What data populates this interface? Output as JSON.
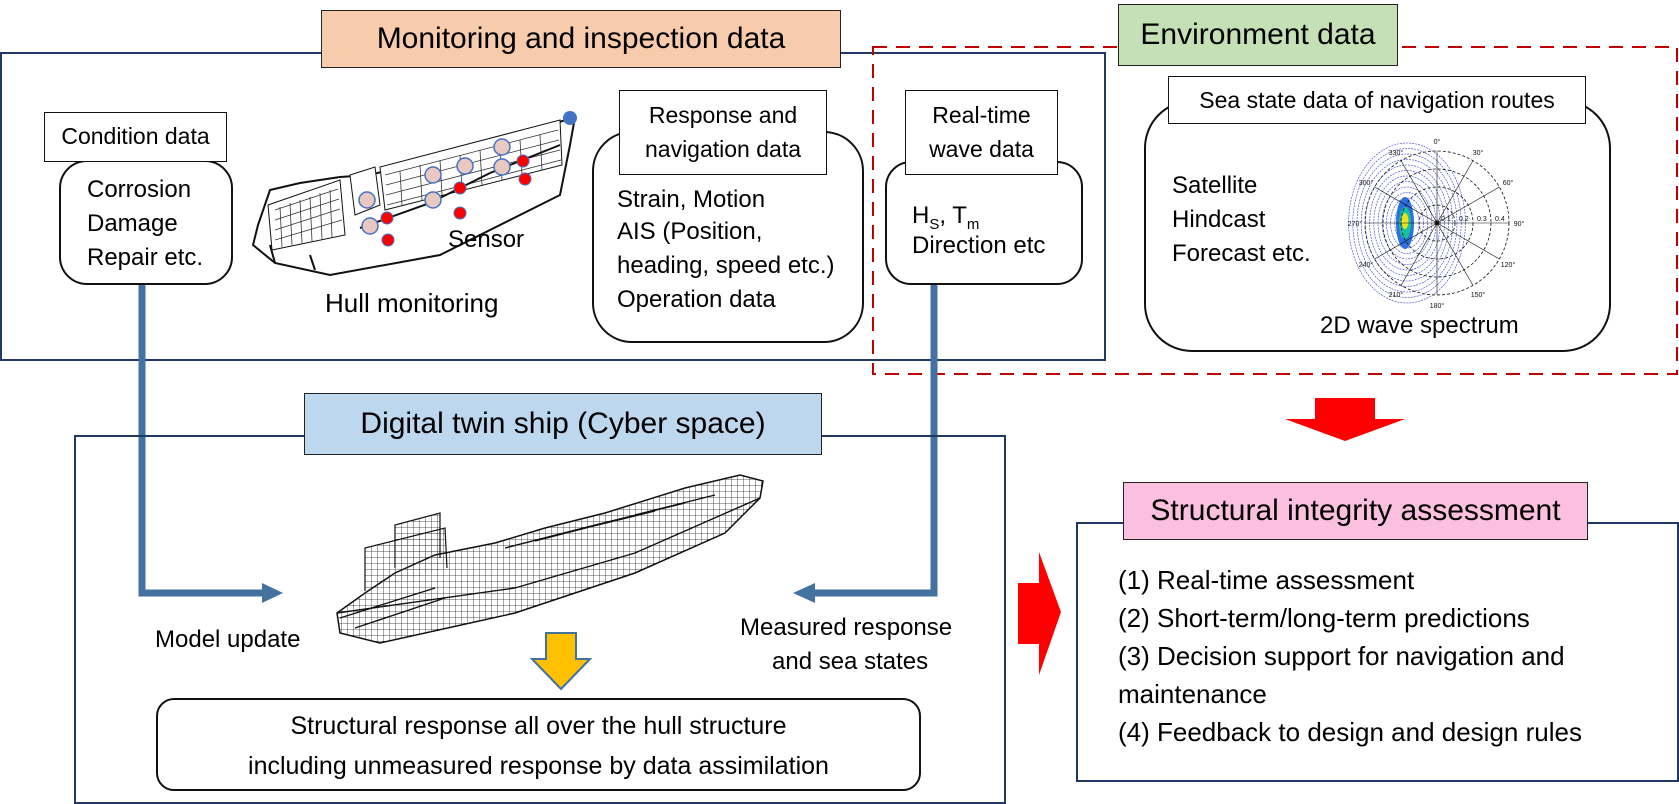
{
  "monitoring": {
    "title": "Monitoring and inspection data",
    "condition": {
      "label": "Condition data",
      "items": [
        "Corrosion",
        "Damage",
        "Repair etc."
      ]
    },
    "hull": {
      "sensor_label": "Sensor",
      "caption": "Hull monitoring"
    },
    "response": {
      "label_line1": "Response and",
      "label_line2": "navigation data",
      "items": [
        "Strain, Motion",
        "AIS (Position,",
        "heading, speed etc.)",
        "Operation data"
      ]
    },
    "wave": {
      "label_line1": "Real-time",
      "label_line2": "wave data",
      "hs": "H",
      "hs_sub": "S",
      "sep": ", T",
      "tm_sub": "m",
      "direction": "Direction etc"
    }
  },
  "environment": {
    "title": "Environment data",
    "sea_state": {
      "label": "Sea state data of navigation routes",
      "items": [
        "Satellite",
        "Hindcast",
        "Forecast etc."
      ],
      "spectrum_caption": "2D wave spectrum",
      "polar_angles": [
        "0°",
        "30°",
        "60°",
        "90°",
        "120°",
        "150°",
        "180°",
        "210°",
        "240°",
        "270°",
        "300°",
        "330°"
      ],
      "polar_radii": [
        "0.1",
        "0.2",
        "0.3",
        "0.4"
      ]
    }
  },
  "digital_twin": {
    "title": "Digital twin ship (Cyber space)",
    "model_update": "Model update",
    "measured_line1": "Measured response",
    "measured_line2": "and sea states",
    "result_line1": "Structural response all over the hull structure",
    "result_line2": "including unmeasured response by data assimilation"
  },
  "assessment": {
    "title": "Structural integrity assessment",
    "items": [
      "(1) Real-time assessment",
      "(2) Short-term/long-term predictions",
      "(3) Decision support for navigation and",
      "maintenance",
      "(4) Feedback to design and design rules"
    ]
  },
  "colors": {
    "frame": "#1f3864",
    "flow_arrow": "#4472a0",
    "monitoring_title_bg": "#f8cbad",
    "environment_title_bg": "#c5e0b4",
    "twin_title_bg": "#bdd7ee",
    "assessment_title_bg": "#fbbfdf",
    "red_arrow": "#ff0000",
    "yellow_arrow": "#ffc000",
    "dashed_border": "#c00000"
  }
}
